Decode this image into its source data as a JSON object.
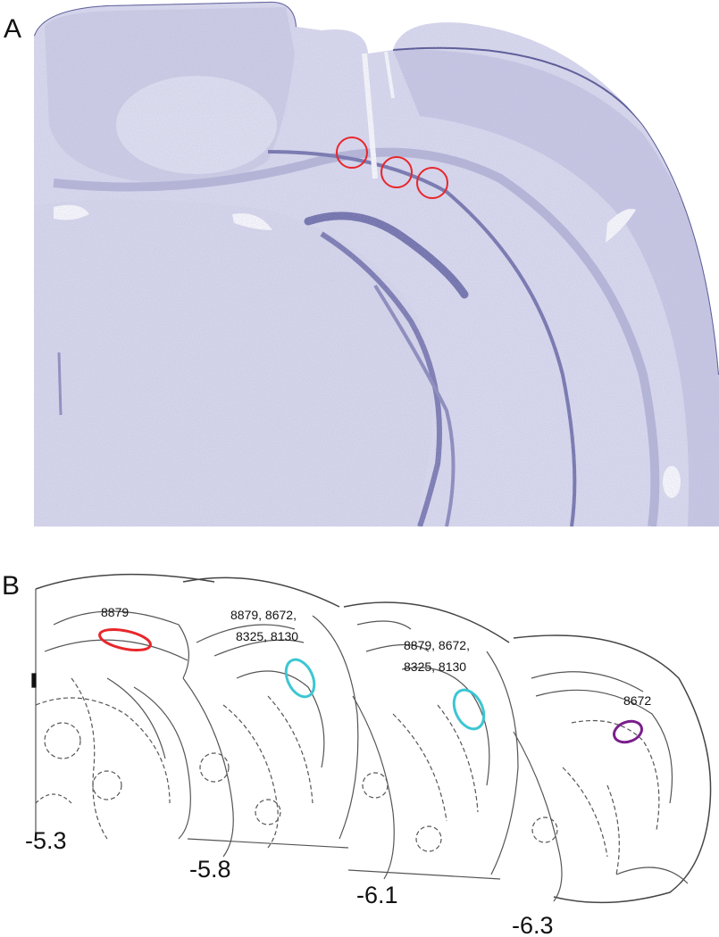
{
  "panel_a": {
    "label": "A",
    "marker_color": "#e8262a"
  },
  "panel_b": {
    "label": "B",
    "sections": [
      {
        "level": "-5.3",
        "samples": "8879",
        "samples_line2": "",
        "marker_color": "#e8262a"
      },
      {
        "level": "-5.8",
        "samples": "8879, 8672,",
        "samples_line2": "8325, 8130",
        "marker_color": "#3cc6d2"
      },
      {
        "level": "-6.1",
        "samples": "8879, 8672,",
        "samples_line2": "8325, 8130",
        "marker_color": "#3cc6d2"
      },
      {
        "level": "-6.3",
        "samples": "8672",
        "samples_line2": "",
        "marker_color": "#7a1f8c"
      }
    ]
  }
}
